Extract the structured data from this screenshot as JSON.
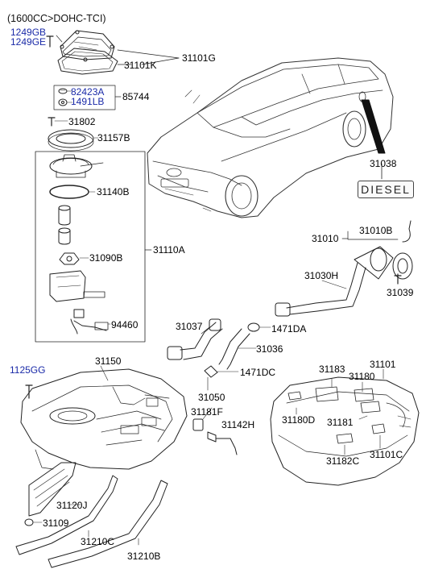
{
  "diagram": {
    "header": "(1600CC>DOHC-TCI)",
    "badge_text": "DIESEL",
    "colors": {
      "part_number": "#1a2aa8",
      "line": "#222222"
    },
    "labels": {
      "p1249gb": "1249GB",
      "p1249ge": "1249GE",
      "p31101k": "31101K",
      "p31101g": "31101G",
      "p82423a": "82423A",
      "p1491lb": "1491LB",
      "p85744": "85744",
      "p31802": "31802",
      "p31157b": "31157B",
      "p31140b": "31140B",
      "p31090b": "31090B",
      "p31110a": "31110A",
      "p94460": "94460",
      "p31038": "31038",
      "p31010b": "31010B",
      "p31010": "31010",
      "p31030h": "31030H",
      "p31039": "31039",
      "p31037": "31037",
      "p1471da": "1471DA",
      "p31036": "31036",
      "p1471dc": "1471DC",
      "p1125gg": "1125GG",
      "p31150": "31150",
      "p31050": "31050",
      "p31181f": "31181F",
      "p31142h": "31142H",
      "p31183": "31183",
      "p31180": "31180",
      "p31101": "31101",
      "p31180d": "31180D",
      "p31181": "31181",
      "p31182c": "31182C",
      "p31101c": "31101C",
      "p31120j": "31120J",
      "p31109": "31109",
      "p31210c": "31210C",
      "p31210b": "31210B"
    }
  }
}
